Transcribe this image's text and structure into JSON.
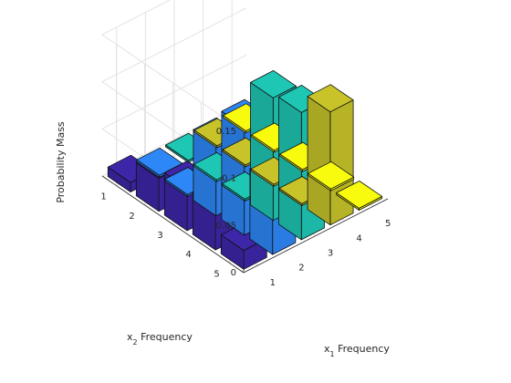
{
  "chart_data": {
    "type": "bar3",
    "title": "",
    "xlabel": "x",
    "xlabel_sub": "1",
    "xlabel_suffix": " Frequency",
    "ylabel": "x",
    "ylabel_sub": "2",
    "ylabel_suffix": " Frequency",
    "zlabel": "Probability Mass",
    "x_categories": [
      "1",
      "2",
      "3",
      "4",
      "5"
    ],
    "y_categories": [
      "1",
      "2",
      "3",
      "4",
      "5"
    ],
    "zticks": [
      "0",
      "0.05",
      "0.1",
      "0.15"
    ],
    "zlim": [
      0,
      0.15
    ],
    "grid": true,
    "series": [
      {
        "values": [
          0.01,
          0.035,
          0.045,
          0.045,
          0.02
        ],
        "color": "#3e26a8"
      },
      {
        "values": [
          0.002,
          0.002,
          0.075,
          0.115,
          0.075
        ],
        "color": "#2e87f7"
      },
      {
        "values": [
          0.002,
          0.002,
          0.002,
          0.13,
          0.135
        ],
        "color": "#1ec7b4"
      },
      {
        "values": [
          0.002,
          0.002,
          0.002,
          0.002,
          0.12
        ],
        "color": "#c7c329"
      },
      {
        "values": [
          0.002,
          0.002,
          0.002,
          0.002,
          0.002
        ],
        "color": "#f9fb0e"
      }
    ]
  }
}
